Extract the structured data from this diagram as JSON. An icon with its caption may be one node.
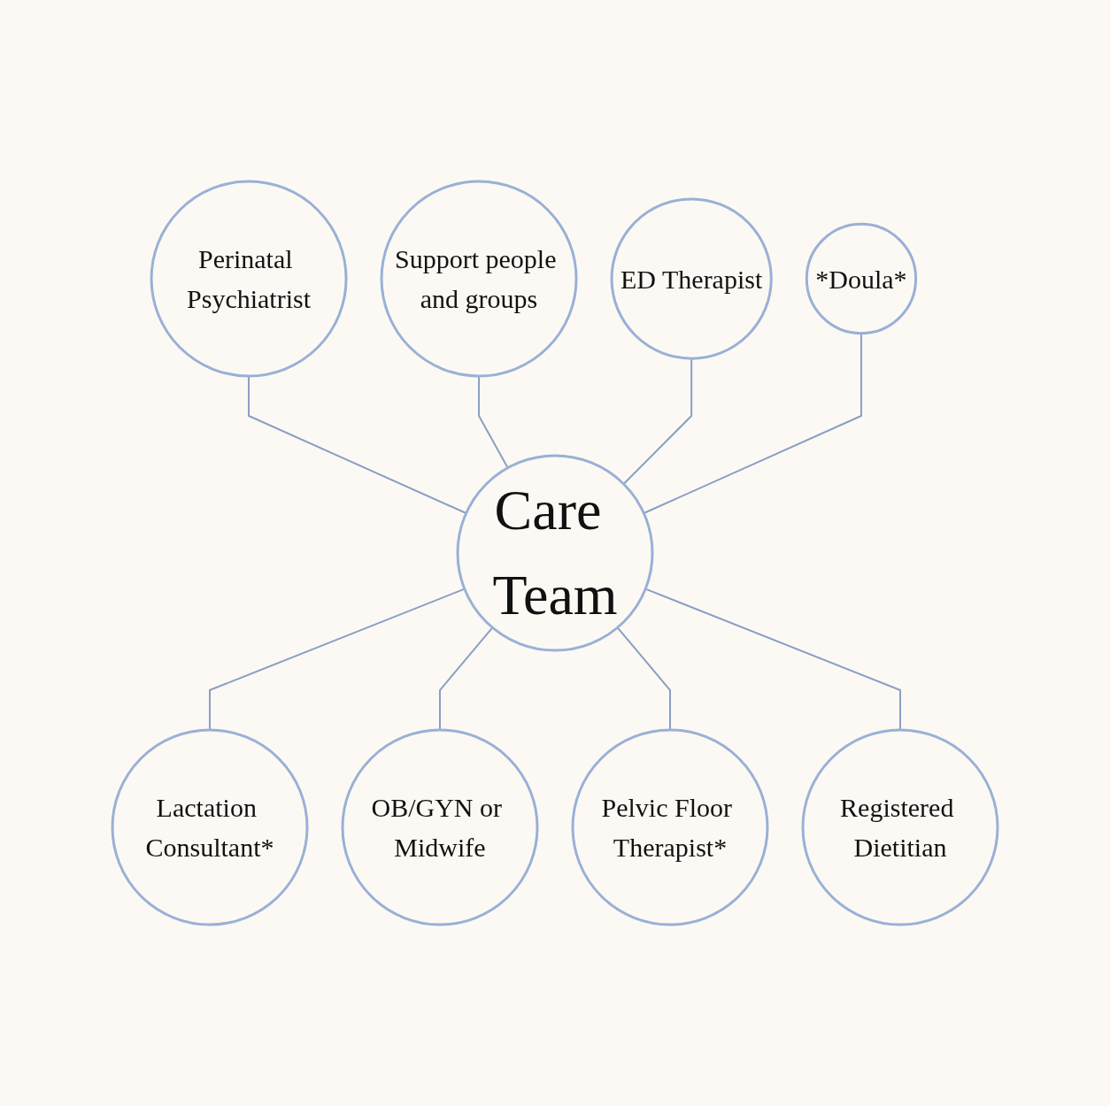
{
  "diagram": {
    "nodes": [
      {
        "text": [
          "Perinatal Psychiatrist"
        ]
      },
      {
        "text": [
          "Support people and groups"
        ]
      },
      {
        "text": [
          "ED Therapist"
        ]
      },
      {
        "text": [
          "*Doula*"
        ]
      },
      {
        "text": [
          "Care Team"
        ]
      },
      {
        "text": [
          "Lactation Consultant*"
        ]
      },
      {
        "text": [
          "OB/GYN or Midwife"
        ]
      },
      {
        "text": [
          "Pelvic Floor Therapist*"
        ]
      },
      {
        "text": [
          "Registered Dietitian"
        ]
      }
    ],
    "edges": [
      {
        "from": 0,
        "to": 4,
        "arrow": "none"
      },
      {
        "from": 1,
        "to": 4,
        "arrow": "none"
      },
      {
        "from": 2,
        "to": 4,
        "arrow": "none"
      },
      {
        "from": 3,
        "to": 4,
        "arrow": "none"
      },
      {
        "from": 4,
        "to": 5,
        "arrow": "none"
      },
      {
        "from": 4,
        "to": 6,
        "arrow": "none"
      },
      {
        "from": 4,
        "to": 7,
        "arrow": "none"
      },
      {
        "from": 4,
        "to": 8,
        "arrow": "none"
      }
    ]
  }
}
